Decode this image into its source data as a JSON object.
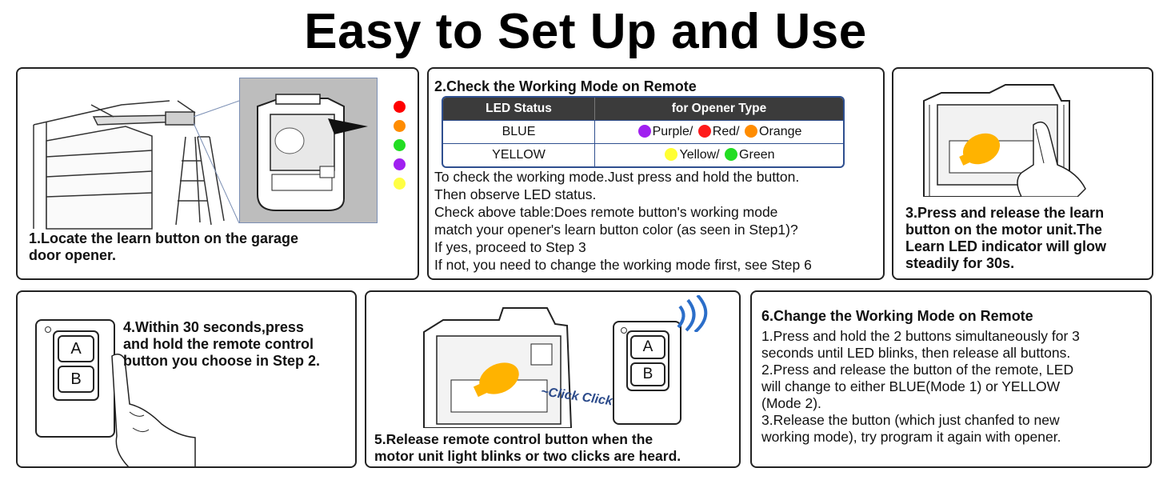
{
  "title": "Easy to Set Up and Use",
  "step1": {
    "caption_line1": "1.Locate the learn button on the garage",
    "caption_line2": "door opener.",
    "led_colors": [
      "#ff0000",
      "#ff8c00",
      "#22dd22",
      "#a020f0",
      "#ffff44"
    ]
  },
  "step2": {
    "heading": "2.Check the Working Mode on Remote",
    "table": {
      "headers": [
        "LED Status",
        "for Opener Type"
      ],
      "rows": [
        {
          "status": "BLUE",
          "types": [
            {
              "label": "Purple/",
              "color": "#a020f0"
            },
            {
              "label": "Red/",
              "color": "#ff1a1a"
            },
            {
              "label": "Orange",
              "color": "#ff8c00"
            }
          ]
        },
        {
          "status": "YELLOW",
          "types": [
            {
              "label": "Yellow/",
              "color": "#ffff33"
            },
            {
              "label": "Green",
              "color": "#22dd22"
            }
          ]
        }
      ]
    },
    "lines": [
      "To check the working mode.Just press and hold the button.",
      "Then observe LED status.",
      "Check above table:Does remote button's working mode",
      "match your opener's learn button color (as seen in Step1)?",
      "If yes, proceed to Step 3",
      "If not, you need to change the working mode first, see Step 6"
    ]
  },
  "step3": {
    "caption": [
      "3.Press and release the learn",
      "button on the motor unit.The",
      "Learn LED indicator will glow",
      "steadily for 30s."
    ]
  },
  "step4": {
    "caption": [
      "4.Within 30 seconds,press",
      "and hold the remote control",
      "button you choose in Step 2."
    ],
    "button_a": "A",
    "button_b": "B"
  },
  "step5": {
    "caption": [
      "5.Release remote control button when the",
      "motor unit light blinks or two clicks are heard."
    ],
    "click_text": "~Click Click!",
    "button_a": "A",
    "button_b": "B"
  },
  "step6": {
    "heading": "6.Change the Working Mode on Remote",
    "lines": [
      "1.Press and hold the 2 buttons simultaneously for 3",
      "seconds until LED blinks, then release all buttons.",
      "2.Press and release the button of the remote, LED",
      "will change to either BLUE(Mode 1) or YELLOW",
      "(Mode 2).",
      "3.Release the button (which just chanfed to new",
      "working mode), try program it again with opener."
    ]
  },
  "colors": {
    "bulb": "#ffb300",
    "table_header": "#3b3b3b",
    "table_border": "#2f4f8f",
    "zoom_bg": "#bdbdbd"
  },
  "icons": [
    "garage-door",
    "ladder",
    "opener-motor-unit",
    "light-bulb",
    "hand-pointer",
    "remote-control",
    "signal-waves-icon"
  ]
}
